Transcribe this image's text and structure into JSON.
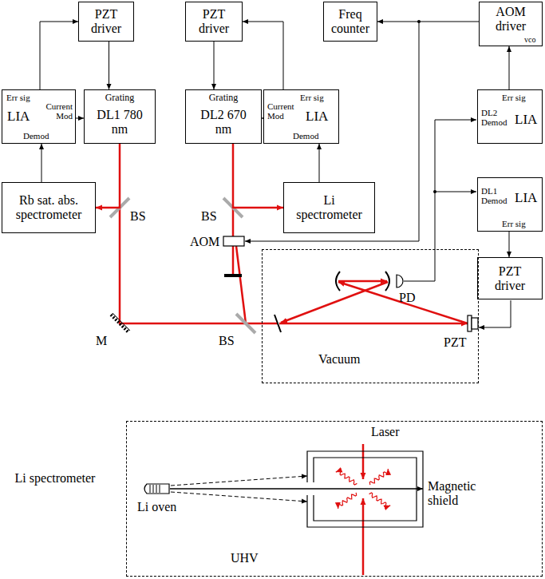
{
  "diagram": {
    "nodes": [
      {
        "text": [
          "PZT driver"
        ]
      },
      {
        "text": [
          "PZT driver"
        ]
      },
      {
        "text": [
          "Freq counter"
        ]
      },
      {
        "text": [
          "AOM driver",
          "vco"
        ]
      },
      {
        "text": [
          "Err sig",
          "LIA",
          "Current Mod",
          "Demod"
        ]
      },
      {
        "text": [
          "Grating",
          "DL1 780 nm"
        ]
      },
      {
        "text": [
          "Grating",
          "DL2 670 nm"
        ]
      },
      {
        "text": [
          "Err sig",
          "Current Mod",
          "LIA",
          "Demod"
        ]
      },
      {
        "text": [
          "Err sig",
          "DL2 Demod",
          "LIA"
        ]
      },
      {
        "text": [
          "Rb sat. abs. spectrometer"
        ]
      },
      {
        "text": [
          "Li spectrometer"
        ]
      },
      {
        "text": [
          "DL1 Demod",
          "LIA",
          "Err sig"
        ]
      },
      {
        "text": [
          "PZT driver"
        ]
      },
      {
        "text": [
          "Vacuum"
        ]
      },
      {
        "text": [
          "UHV"
        ]
      }
    ],
    "edges": [
      {
        "from": 4,
        "to": 0,
        "arrow": "to"
      },
      {
        "from": 0,
        "to": 5,
        "arrow": "to"
      },
      {
        "from": 9,
        "to": 4,
        "arrow": "to"
      },
      {
        "from": 4,
        "to": 5,
        "arrow": "to"
      },
      {
        "from": 7,
        "to": 1,
        "arrow": "to"
      },
      {
        "from": 1,
        "to": 6,
        "arrow": "to"
      },
      {
        "from": 10,
        "to": 7,
        "arrow": "to"
      },
      {
        "from": 7,
        "to": 6,
        "arrow": "to"
      },
      {
        "from": 5,
        "to": 9,
        "arrow": "to"
      },
      {
        "from": 6,
        "to": 10,
        "arrow": "to"
      },
      {
        "from": 3,
        "to": 2,
        "arrow": "to"
      },
      {
        "from": 8,
        "to": 3,
        "arrow": "to"
      },
      {
        "from": 11,
        "to": 12,
        "arrow": "to"
      }
    ],
    "labels": [
      "BS",
      "BS",
      "M",
      "BS",
      "AOM",
      "PD",
      "PZT",
      "Li spectrometer",
      "Laser",
      "Li oven",
      "Magnetic shield"
    ]
  }
}
